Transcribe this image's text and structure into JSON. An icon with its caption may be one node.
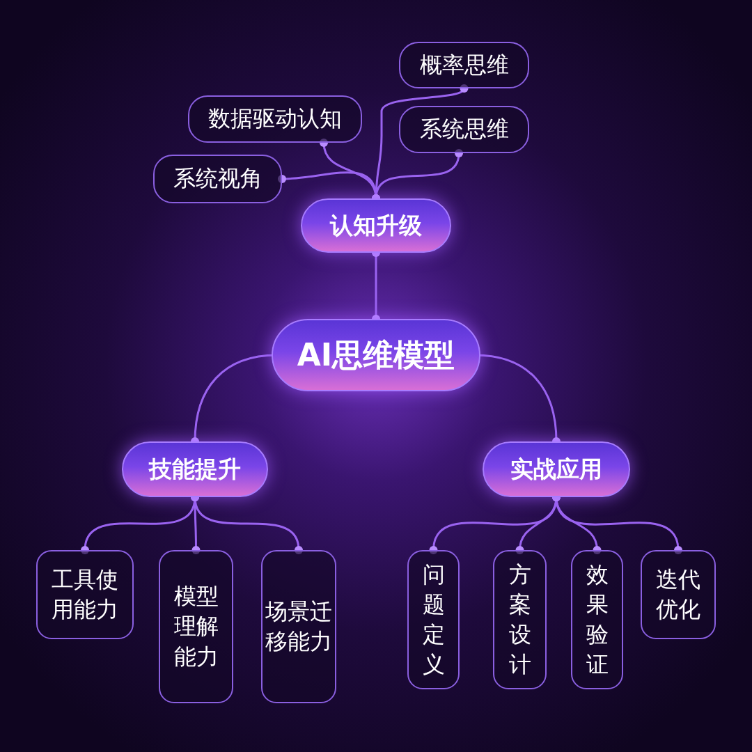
{
  "diagram": {
    "nodes": [
      {
        "text": [
          "概率思维"
        ]
      },
      {
        "text": [
          "数据驱动认知"
        ]
      },
      {
        "text": [
          "系统思维"
        ]
      },
      {
        "text": [
          "系统视角"
        ]
      },
      {
        "text": [
          "认知升级"
        ]
      },
      {
        "text": [
          "AI思维模型"
        ]
      },
      {
        "text": [
          "技能提升"
        ]
      },
      {
        "text": [
          "实战应用"
        ]
      },
      {
        "text": [
          "工具使用能力"
        ]
      },
      {
        "text": [
          "模型理解能力"
        ]
      },
      {
        "text": [
          "场景迁移能力"
        ]
      },
      {
        "text": [
          "问题定义"
        ]
      },
      {
        "text": [
          "方案设计"
        ]
      },
      {
        "text": [
          "效果验证"
        ]
      },
      {
        "text": [
          "迭代优化"
        ]
      }
    ],
    "edges": [
      {
        "from": 5,
        "to": 4,
        "arrow": "other"
      },
      {
        "from": 4,
        "to": 0,
        "arrow": "other"
      },
      {
        "from": 4,
        "to": 1,
        "arrow": "other"
      },
      {
        "from": 4,
        "to": 2,
        "arrow": "other"
      },
      {
        "from": 4,
        "to": 3,
        "arrow": "other"
      },
      {
        "from": 5,
        "to": 6,
        "arrow": "other"
      },
      {
        "from": 5,
        "to": 7,
        "arrow": "other"
      },
      {
        "from": 6,
        "to": 8,
        "arrow": "other"
      },
      {
        "from": 6,
        "to": 9,
        "arrow": "other"
      },
      {
        "from": 6,
        "to": 10,
        "arrow": "other"
      },
      {
        "from": 7,
        "to": 11,
        "arrow": "other"
      },
      {
        "from": 7,
        "to": 12,
        "arrow": "other"
      },
      {
        "from": 7,
        "to": 13,
        "arrow": "other"
      },
      {
        "from": 7,
        "to": 14,
        "arrow": "other"
      }
    ]
  }
}
